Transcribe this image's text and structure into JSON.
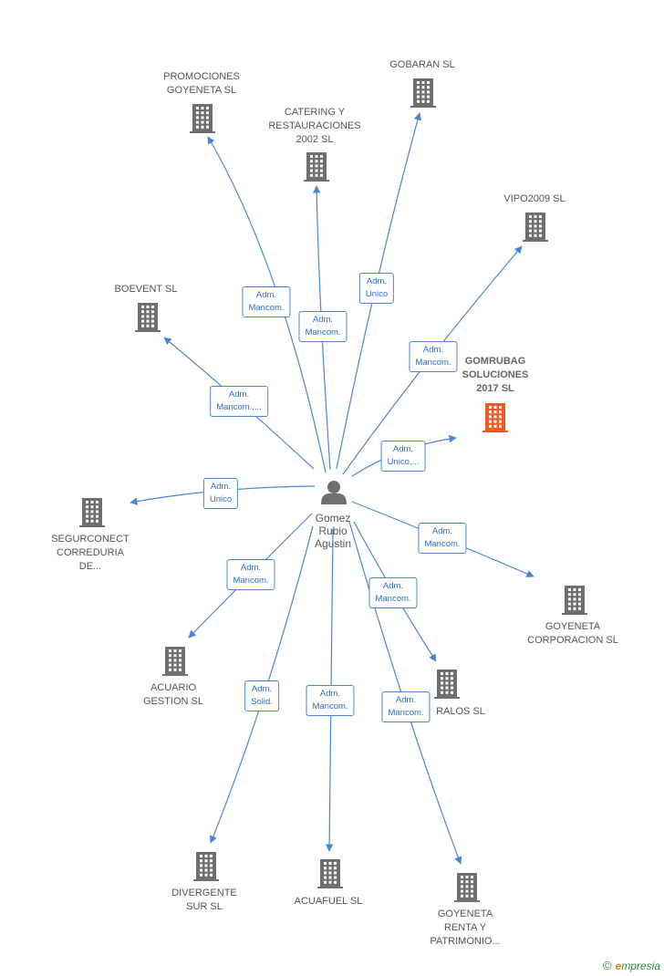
{
  "colors": {
    "edge": "#4a86d4",
    "building": "#6f6f6f",
    "highlight": "#f05a28",
    "person": "#6f6f6f"
  },
  "center": {
    "name": "Gomez\nRubio\nAgustin",
    "icon": "person-icon"
  },
  "nodes": [
    {
      "id": "promociones",
      "label": "PROMOCIONES\nGOYENETA SL",
      "icon": "building-icon"
    },
    {
      "id": "catering",
      "label": "CATERING Y\nRESTAURACIONES\n2002 SL",
      "icon": "building-icon"
    },
    {
      "id": "gobaran",
      "label": "GOBARAN SL",
      "icon": "building-icon"
    },
    {
      "id": "vipo",
      "label": "VIPO2009 SL",
      "icon": "building-icon"
    },
    {
      "id": "boevent",
      "label": "BOEVENT SL",
      "icon": "building-icon"
    },
    {
      "id": "gomrubag",
      "label": "GOMRUBAG\nSOLUCIONES\n2017  SL",
      "icon": "building-icon",
      "highlight": true
    },
    {
      "id": "segurconect",
      "label": "SEGURCONECT\nCORREDURIA\nDE...",
      "icon": "building-icon"
    },
    {
      "id": "goyeneta_corp",
      "label": "GOYENETA\nCORPORACION SL",
      "icon": "building-icon"
    },
    {
      "id": "acuario",
      "label": "ACUARIO\nGESTION  SL",
      "icon": "building-icon"
    },
    {
      "id": "ralos",
      "label": "RALOS SL",
      "icon": "building-icon"
    },
    {
      "id": "divergente",
      "label": "DIVERGENTE\nSUR  SL",
      "icon": "building-icon"
    },
    {
      "id": "acuafuel",
      "label": "ACUAFUEL  SL",
      "icon": "building-icon"
    },
    {
      "id": "goyeneta_renta",
      "label": "GOYENETA\nRENTA Y\nPATRIMONIO...",
      "icon": "building-icon"
    }
  ],
  "relations": [
    {
      "to": "promociones",
      "label": "Adm.\nMancom."
    },
    {
      "to": "catering",
      "label": "Adm.\nMancom."
    },
    {
      "to": "gobaran",
      "label": "Adm.\nUnico"
    },
    {
      "to": "vipo",
      "label": "Adm.\nMancom."
    },
    {
      "to": "boevent",
      "label": "Adm.\nMancom.,..."
    },
    {
      "to": "gomrubag",
      "label": "Adm.\nUnico,..."
    },
    {
      "to": "segurconect",
      "label": "Adm.\nUnico"
    },
    {
      "to": "goyeneta_corp",
      "label": "Adm.\nMancom."
    },
    {
      "to": "acuario",
      "label": "Adm.\nMancom."
    },
    {
      "to": "ralos",
      "label": "Adm.\nMancom."
    },
    {
      "to": "divergente",
      "label": "Adm.\nSolid."
    },
    {
      "to": "acuafuel",
      "label": "Adm.\nMancom."
    },
    {
      "to": "goyeneta_renta",
      "label": "Adm.\nMancom."
    }
  ],
  "footer": {
    "copyright": "©",
    "brand_initial": "e",
    "brand_rest": "mpresia"
  }
}
